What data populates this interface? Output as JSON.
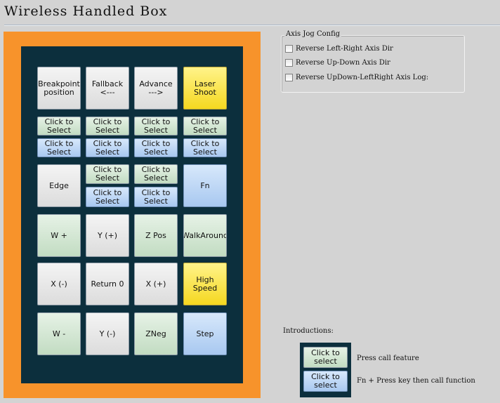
{
  "window": {
    "title": "Wireless Handled Box"
  },
  "keypad": {
    "row1": [
      "Breakpoint\nposition",
      "Fallback\n<---",
      "Advance\n--->",
      "Laser\nShoot"
    ],
    "select_green": [
      "Click to\nSelect",
      "Click to\nSelect",
      "Click to\nSelect",
      "Click to\nSelect"
    ],
    "select_blue": [
      "Click to\nSelect",
      "Click to\nSelect",
      "Click to\nSelect",
      "Click to\nSelect"
    ],
    "edge": "Edge",
    "fn": "Fn",
    "mid_green": [
      "Click to\nSelect",
      "Click to\nSelect"
    ],
    "mid_blue": [
      "Click to\nSelect",
      "Click to\nSelect"
    ],
    "row5": [
      "W +",
      "Y (+)",
      "Z Pos",
      "WalkAround"
    ],
    "row6": [
      "X (-)",
      "Return 0",
      "X (+)",
      "High Speed"
    ],
    "row7": [
      "W -",
      "Y (-)",
      "ZNeg",
      "Step"
    ]
  },
  "axis_jog": {
    "title": "Axis Jog Config",
    "options": [
      {
        "label": "Reverse Left-Right Axis Dir",
        "checked": false
      },
      {
        "label": "Reverse Up-Down Axis Dir",
        "checked": false
      },
      {
        "label": "Reverse UpDown-LeftRight Axis Log:",
        "checked": false
      }
    ]
  },
  "introductions": {
    "title": "Introductions:",
    "green_sample": "Click to\nselect",
    "blue_sample": "Click to\nselect",
    "green_desc": "Press call feature",
    "blue_desc": "Fn + Press key then call function"
  }
}
